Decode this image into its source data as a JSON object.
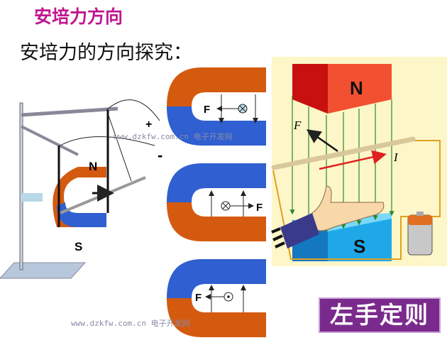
{
  "title": "安培力方向",
  "subtitle": "安培力的方向探究：",
  "apparatus": {
    "north_label": "N",
    "south_label": "S",
    "plus_label": "+",
    "minus_label": "-"
  },
  "magnets": [
    {
      "force_label": "F",
      "current_symbol": "into-page"
    },
    {
      "force_label": "F",
      "current_symbol": "into-page"
    },
    {
      "force_label": "F",
      "current_symbol": "out-of-page"
    }
  ],
  "left_hand_panel": {
    "north_label": "N",
    "south_label": "S",
    "force_label": "F",
    "current_label": "I"
  },
  "watermarks": [
    "www.dzkfw.com.cn 电子开发网",
    "www.dzkfw.com.cn 电子开发网"
  ],
  "rule_button": "左手定则",
  "colors": {
    "title": "#c0168f",
    "magnet_orange": "#d45a10",
    "magnet_blue": "#2f5fd0",
    "panel_bg": "#fdf6c8",
    "button_bg": "#7a2a8c"
  }
}
